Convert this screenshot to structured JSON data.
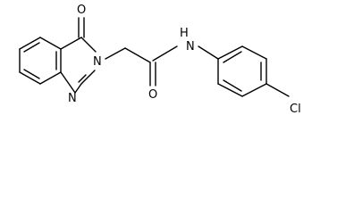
{
  "atoms": {
    "carbonyl_oxygen_ring": "O",
    "ring_nitrogen_3": "N",
    "ring_nitrogen_1": "N",
    "amide_oxygen": "O",
    "amide_nitrogen": "N",
    "amide_hydrogen": "H",
    "chlorine": "Cl"
  }
}
